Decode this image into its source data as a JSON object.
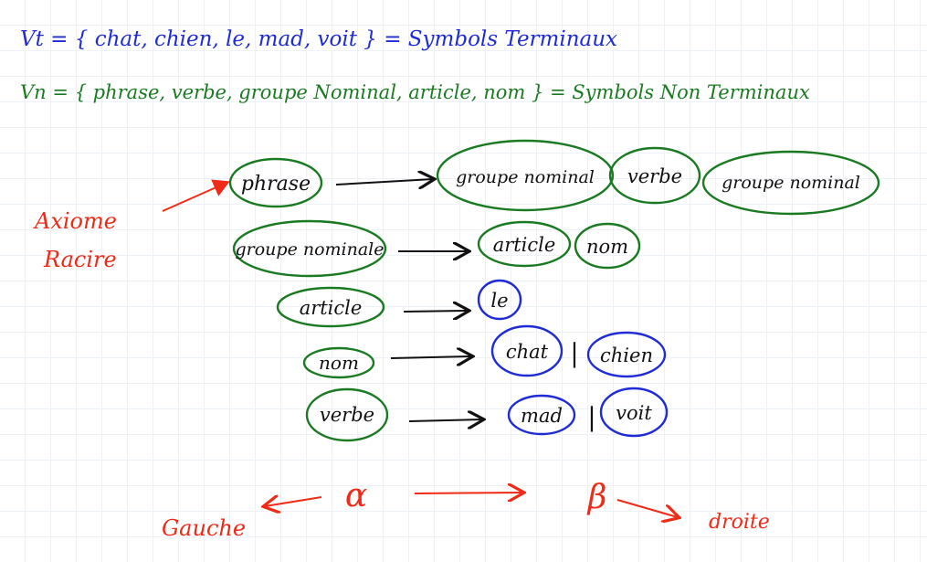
{
  "definitions": {
    "terminal_line": "Vt = { chat, chien, le, mad, voit } = Symbols Terminaux",
    "nonterminal_line": "Vn = { phrase, verbe, groupe Nominal, article, nom } = Symbols Non Terminaux"
  },
  "axiom": {
    "label_line1": "Axiome",
    "label_line2": "Racire"
  },
  "rules": {
    "phrase": {
      "lhs": "phrase",
      "rhs": [
        "groupe nominal",
        "verbe",
        "groupe nominal"
      ]
    },
    "groupe_nominal": {
      "lhs": "groupe nominale",
      "rhs": [
        "article",
        "nom"
      ]
    },
    "article": {
      "lhs": "article",
      "rhs": [
        "le"
      ]
    },
    "nom": {
      "lhs": "nom",
      "rhs": [
        "chat",
        "chien"
      ],
      "separator": "|"
    },
    "verbe": {
      "lhs": "verbe",
      "rhs": [
        "mad",
        "voit"
      ],
      "separator": "|"
    }
  },
  "direction": {
    "left_label": "Gauche",
    "alpha": "α",
    "beta": "β",
    "right_label": "droite"
  },
  "colors": {
    "terminal_blue": "#1f2bd6",
    "nonterminal_green": "#1a7a22",
    "annotation_red": "#ef2a16",
    "ink_dark": "#111111"
  }
}
